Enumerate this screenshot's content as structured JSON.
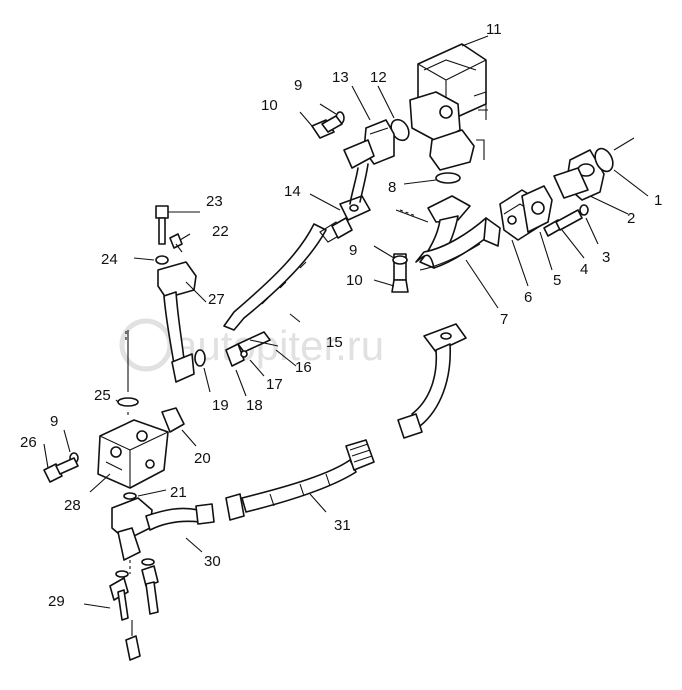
{
  "watermark": "autopiter.ru",
  "callouts": {
    "c1": "1",
    "c2": "2",
    "c3": "3",
    "c4": "4",
    "c5": "5",
    "c6": "6",
    "c7": "7",
    "c8": "8",
    "c9a": "9",
    "c9b": "9",
    "c9c": "9",
    "c10a": "10",
    "c10b": "10",
    "c11": "11",
    "c12": "12",
    "c13": "13",
    "c14": "14",
    "c15": "15",
    "c16": "16",
    "c17": "17",
    "c18": "18",
    "c19": "19",
    "c20": "20",
    "c21": "21",
    "c22": "22",
    "c23": "23",
    "c24": "24",
    "c25": "25",
    "c26": "26",
    "c27": "27",
    "c28": "28",
    "c29": "29",
    "c30": "30",
    "c31": "31"
  }
}
